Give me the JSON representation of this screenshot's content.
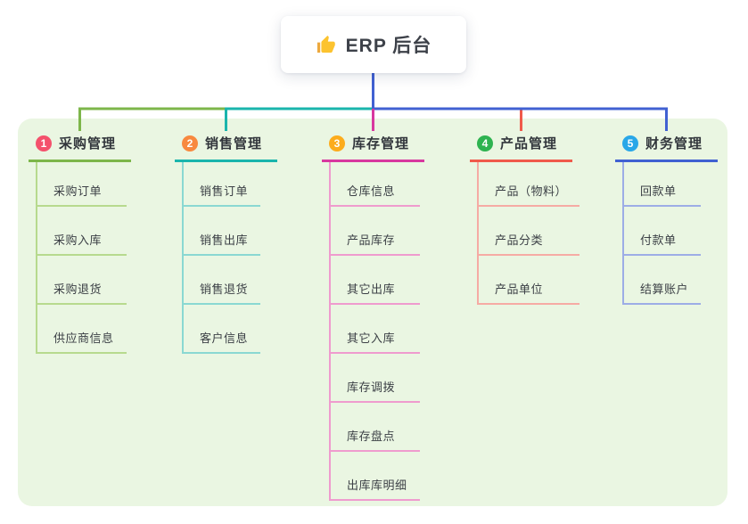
{
  "root": {
    "title": "ERP 后台",
    "icon": "thumbs-up-icon",
    "icon_colors": {
      "hand": "#fcc32f",
      "sleeve": "#eda93e"
    }
  },
  "colors": {
    "canvas_bg": "#ffffff",
    "panel_bg": "#eaf6e2",
    "root_text": "#3d4149",
    "title_text": "#32363c",
    "child_text": "#3c4046"
  },
  "branches": [
    {
      "badge": "1",
      "badge_color": "#f4516c",
      "title": "采购管理",
      "color": "#7db64a",
      "light": "#b7da8e",
      "children": [
        "采购订单",
        "采购入库",
        "采购退货",
        "供应商信息"
      ]
    },
    {
      "badge": "2",
      "badge_color": "#f8893f",
      "title": "销售管理",
      "color": "#1ab5ac",
      "light": "#8ad8d2",
      "children": [
        "销售订单",
        "销售出库",
        "销售退货",
        "客户信息"
      ]
    },
    {
      "badge": "3",
      "badge_color": "#fcac1c",
      "title": "库存管理",
      "color": "#d8389f",
      "light": "#ef9bce",
      "children": [
        "仓库信息",
        "产品库存",
        "其它出库",
        "其它入库",
        "库存调拨",
        "库存盘点",
        "出库库明细"
      ]
    },
    {
      "badge": "4",
      "badge_color": "#2eb350",
      "title": "产品管理",
      "color": "#f05a4b",
      "light": "#f6aba4",
      "children": [
        "产品（物料）",
        "产品分类",
        "产品单位"
      ]
    },
    {
      "badge": "5",
      "badge_color": "#29a7e8",
      "title": "财务管理",
      "color": "#4161d2",
      "light": "#9dade6",
      "children": [
        "回款单",
        "付款单",
        "结算账户"
      ]
    }
  ]
}
